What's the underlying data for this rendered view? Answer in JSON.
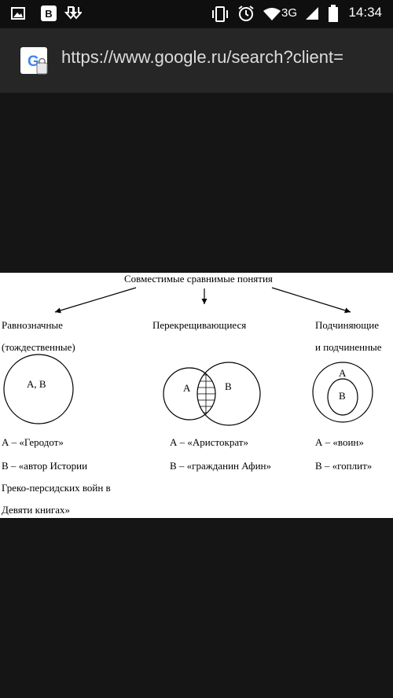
{
  "status_bar": {
    "time": "14:34",
    "network": "3G",
    "icons": [
      "image-icon",
      "vk-icon",
      "download-icon",
      "vibrate-icon",
      "alarm-icon",
      "wifi-icon",
      "signal-icon",
      "battery-icon"
    ]
  },
  "browser": {
    "url": "https://www.google.ru/search?client="
  },
  "diagram": {
    "title": "Совместимые сравнимые понятия",
    "col1": {
      "heading_line1": "Равнозначные",
      "heading_line2": "(тождественные)",
      "circle_label": "А, В",
      "ex_a": "А – «Геродот»",
      "ex_b_line1": "В – «автор Истории",
      "ex_b_line2": "Греко-персидских войн в",
      "ex_b_line3": "Девяти книгах»"
    },
    "col2": {
      "heading": "Перекрещивающиеся",
      "label_a": "А",
      "label_b": "В",
      "ex_a": "А – «Аристократ»",
      "ex_b": "В – «гражданин Афин»"
    },
    "col3": {
      "heading_line1": "Подчиняющие",
      "heading_line2": "и подчиненные",
      "label_a": "А",
      "label_b": "В",
      "ex_a": "А – «воин»",
      "ex_b": "В – «гоплит»"
    }
  }
}
